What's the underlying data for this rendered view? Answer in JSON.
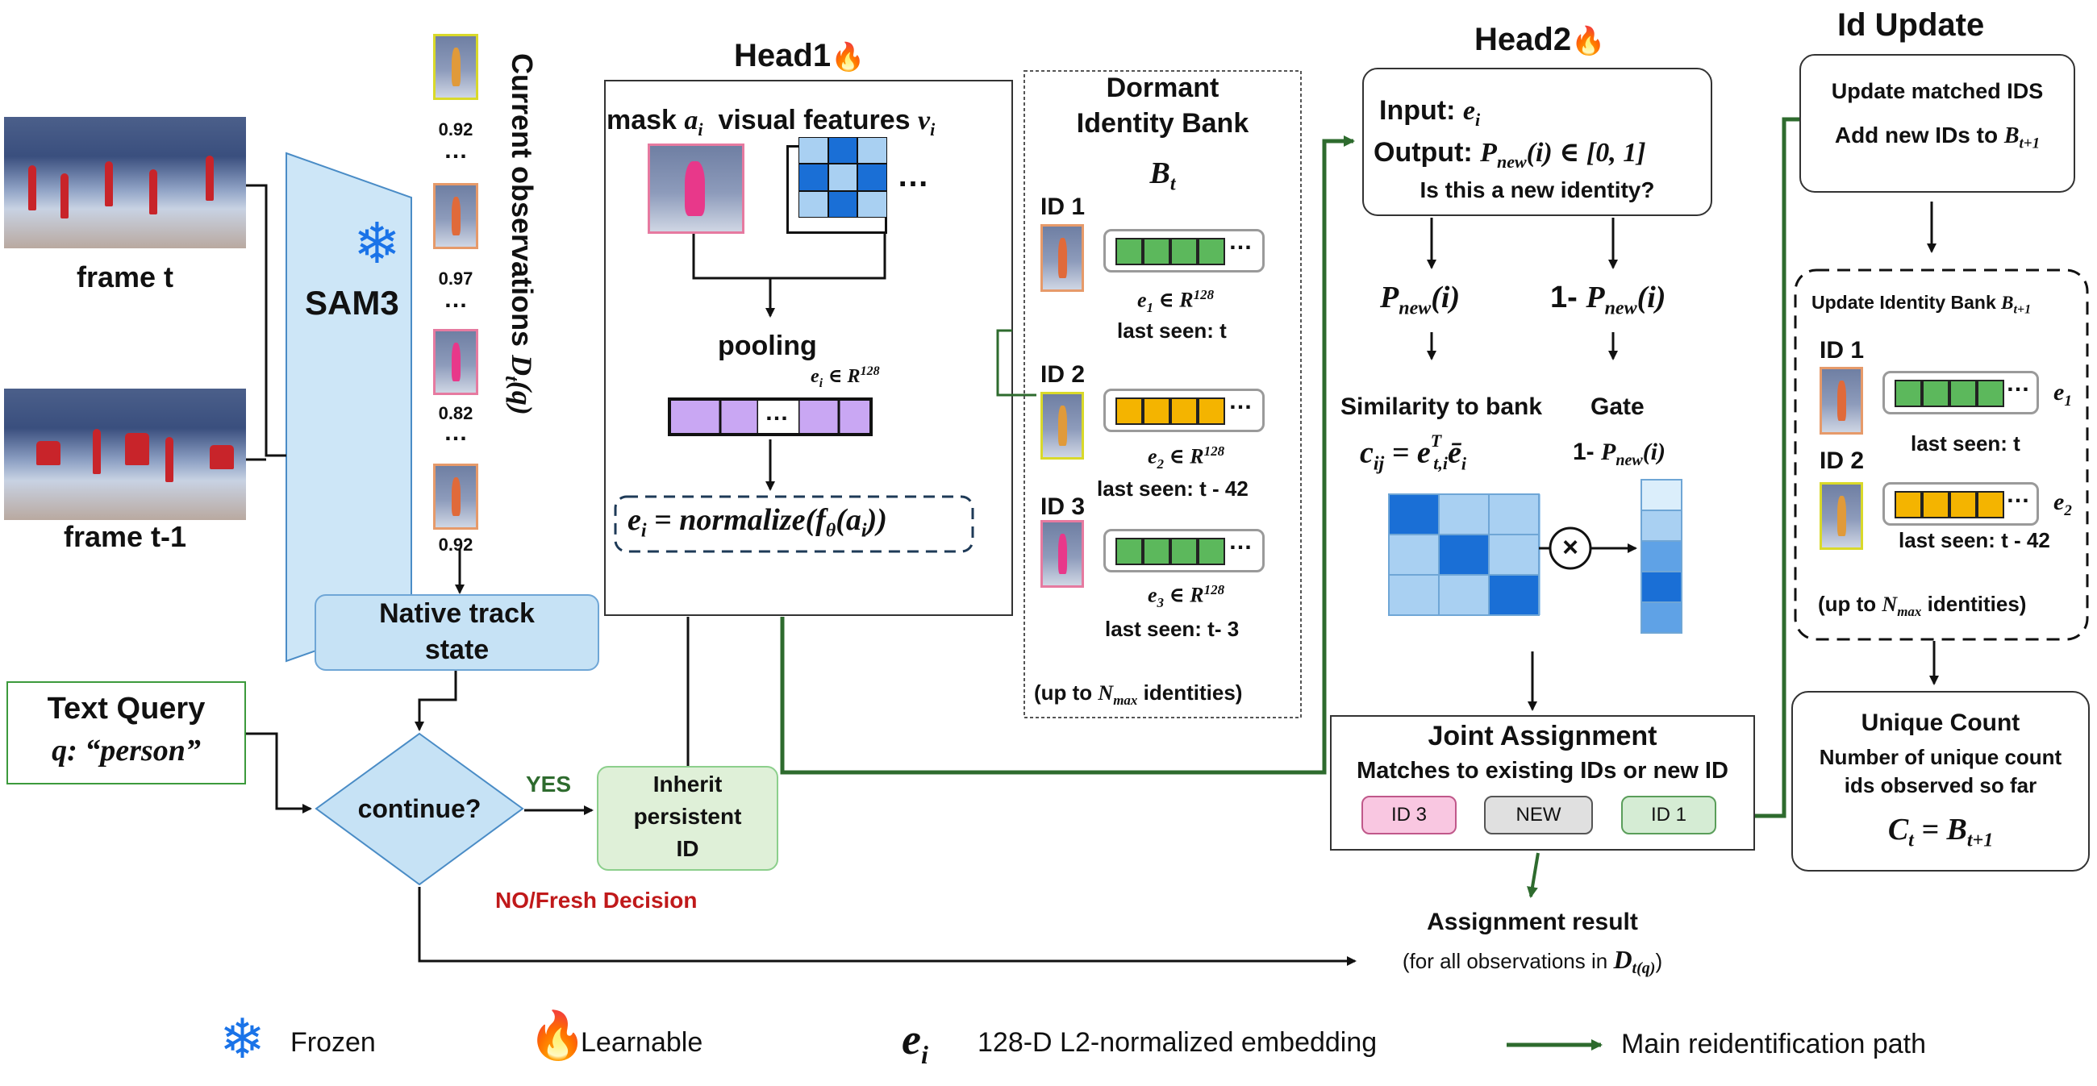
{
  "inputs": {
    "frame_t": "frame t",
    "frame_t1": "frame t-1",
    "sam3": "SAM3",
    "observations_label": "Current observations",
    "observations_math": "D",
    "observations_sub": "t",
    "observations_arg": "(q)",
    "scores": [
      "0.92",
      "0.97",
      "0.82",
      "0.92"
    ],
    "dots": "…"
  },
  "track": {
    "native_line1": "Native track",
    "native_line2": "state",
    "query_line1": "Text Query",
    "query_line2": "q: “person”",
    "continue": "continue?",
    "yes": "YES",
    "no": "NO/Fresh Decision",
    "inherit_line1": "Inherit",
    "inherit_line2": "persistent",
    "inherit_line3": "ID"
  },
  "head1": {
    "title": "Head1",
    "mask_label": "mask",
    "mask_var": "a",
    "visual_label": "visual features",
    "visual_var": "v",
    "sub_i": "i",
    "dots": "…",
    "pooling": "pooling",
    "emb_dim": "∈ R",
    "emb_pow": "128",
    "formula": "e",
    "formula_rest": " = normalize(f",
    "formula_theta": "θ",
    "formula_end": "(a",
    "formula_close": "))"
  },
  "bank": {
    "title_line1": "Dormant",
    "title_line2": "Identity Bank",
    "bt": "B",
    "bt_sub": "t",
    "entries": [
      {
        "id": "ID 1",
        "emb": "e",
        "sub": "1",
        "dim": " ∈ R",
        "pow": "128",
        "seen": "last seen: t"
      },
      {
        "id": "ID 2",
        "emb": "e",
        "sub": "2",
        "dim": " ∈ R",
        "pow": "128",
        "seen": "last seen: t - 42"
      },
      {
        "id": "ID 3",
        "emb": "e",
        "sub": "3",
        "dim": " ∈ R",
        "pow": "128",
        "seen": "last seen: t- 3"
      }
    ],
    "footer_pre": "(up to ",
    "footer_n": "N",
    "footer_sub": "max",
    "footer_post": " identities)"
  },
  "head2": {
    "title": "Head2",
    "input_label": "Input: ",
    "input_var": "e",
    "output_label": "Output: ",
    "output_var": "P",
    "output_sub": "new",
    "output_rest": "(i) ∈ [0, 1]",
    "question": "Is this a new identity?",
    "pnew_var": "P",
    "pnew_sub": "new",
    "pnew_rest": "(i)",
    "one_minus": "1- ",
    "similarity": "Similarity to bank",
    "gate": "Gate",
    "cij": "c",
    "cij_sub": "ij",
    "cij_eq": " = e",
    "cij_sup": "T",
    "cij_sub2": "t,i",
    "cij_bar": "ē",
    "cij_sub3": "i",
    "gate_formula": "1- ",
    "times": "×"
  },
  "joint": {
    "title": "Joint Assignment",
    "subtitle": "Matches to existing IDs or new ID",
    "pills": [
      "ID 3",
      "NEW",
      "ID 1"
    ],
    "result": "Assignment result",
    "result_sub": "(for all observations in ",
    "result_math": "D",
    "result_math_sub": "t(q)",
    "result_close": ")"
  },
  "update": {
    "title": "Id Update",
    "line1": "Update matched IDS",
    "line2": "Add new IDs to ",
    "line2_var": "B",
    "line2_sub": "t+1",
    "bank_title": "Update Identity Bank ",
    "bank_var": "B",
    "bank_sub": "t+1",
    "entries": [
      {
        "id": "ID 1",
        "emb": "e",
        "sub": "1",
        "seen": "last seen: t"
      },
      {
        "id": "ID 2",
        "emb": "e",
        "sub": "2",
        "seen": "last seen: t - 42"
      }
    ],
    "footer_pre": "(up to ",
    "footer_n": "N",
    "footer_sub": "max",
    "footer_post": " identities)",
    "count_title": "Unique Count",
    "count_line1": "Number of unique count",
    "count_line2": "ids observed so far",
    "count_c": "C",
    "count_c_sub": "t",
    "count_eq": " =  B",
    "count_b_sub": "t+1"
  },
  "legend": {
    "frozen": "Frozen",
    "learnable": "Learnable",
    "ei": "e",
    "ei_sub": "i",
    "ei_desc": "128-D L2-normalized embedding",
    "path": "Main reidentification path"
  },
  "colors": {
    "green_path": "#2e6b2e",
    "green_cell": "#5cb85c",
    "yellow_cell": "#f4b400",
    "blue_light": "#c6e2f5",
    "sam_blue": "#cde6f7",
    "inherit_green": "#dff0d8",
    "query_border": "#3c9a3c",
    "pink_pill": "#f9c7e1",
    "gray_pill": "#e0e0e0",
    "green_pill": "#d5ecd4",
    "red_text": "#c0191a",
    "yes_green": "#2e6b2e",
    "purple": "#c9a7f3",
    "flame": "#ff3b10"
  }
}
